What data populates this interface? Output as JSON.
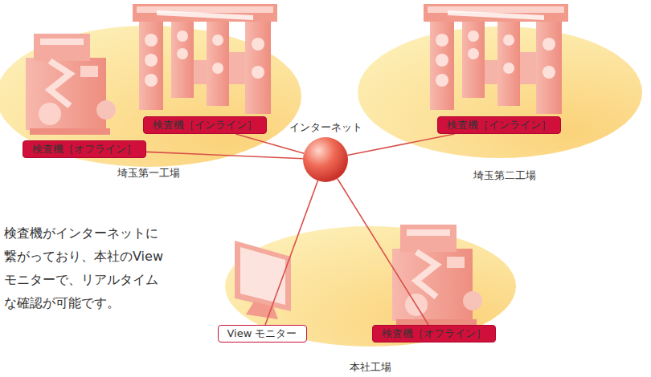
{
  "diagram": {
    "nodes": [
      {
        "text": [
          "埼玉第一工場"
        ]
      },
      {
        "text": [
          "検査機［インライン］"
        ],
        "in": 0
      },
      {
        "text": [
          "検査機［オフライン］"
        ],
        "in": 0
      },
      {
        "text": [
          "インターネット"
        ]
      },
      {
        "text": [
          "埼玉第二工場"
        ]
      },
      {
        "text": [
          "検査機［インライン］"
        ],
        "in": 4
      },
      {
        "text": [
          "本社工場"
        ]
      },
      {
        "text": [
          "View モニター"
        ],
        "in": 6
      },
      {
        "text": [
          "検査機［オフライン］"
        ],
        "in": 6
      }
    ],
    "edges": [
      {
        "from": 3,
        "to": 1,
        "arrow": "none"
      },
      {
        "from": 3,
        "to": 2,
        "arrow": "none"
      },
      {
        "from": 3,
        "to": 5,
        "arrow": "none"
      },
      {
        "from": 3,
        "to": 7,
        "arrow": "none"
      },
      {
        "from": 3,
        "to": 8,
        "arrow": "none"
      }
    ],
    "labels": [
      "検査機がインターネットに繋がっており、本社のViewモニターで、リアルタイムな確認が可能です。"
    ]
  }
}
